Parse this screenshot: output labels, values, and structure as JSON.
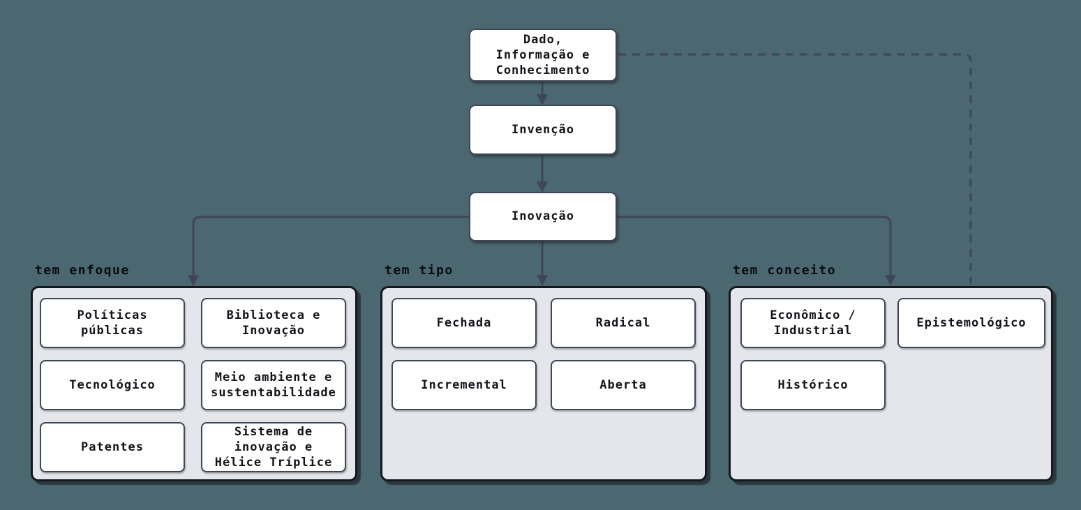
{
  "diagram": {
    "nodes": {
      "dado": {
        "label": "Dado,\nInformação e\nConhecimento"
      },
      "invencao": {
        "label": "Invenção"
      },
      "inovacao": {
        "label": "Inovação"
      }
    },
    "groups": [
      {
        "label": "tem enfoque",
        "items": [
          "Políticas\npúblicas",
          "Biblioteca e\nInovação",
          "Tecnológico",
          "Meio ambiente e\nsustentabilidade",
          "Patentes",
          "Sistema de\ninovação e\nHélice Tríplice"
        ]
      },
      {
        "label": "tem tipo",
        "items": [
          "Fechada",
          "Radical",
          "Incremental",
          "Aberta"
        ]
      },
      {
        "label": "tem conceito",
        "items": [
          "Econômico /\nIndustrial",
          "Epistemológico",
          "Histórico"
        ]
      }
    ],
    "edges": [
      {
        "from": "dado",
        "to": "invencao",
        "style": "solid-arrow"
      },
      {
        "from": "invencao",
        "to": "inovacao",
        "style": "solid-arrow"
      },
      {
        "from": "inovacao",
        "to": "tem enfoque",
        "style": "solid-arrow"
      },
      {
        "from": "inovacao",
        "to": "tem tipo",
        "style": "solid-arrow"
      },
      {
        "from": "inovacao",
        "to": "tem conceito",
        "style": "solid-arrow"
      },
      {
        "from": "dado",
        "to": "Epistemológico",
        "style": "dashed"
      }
    ],
    "colors": {
      "background": "#4b6770",
      "connector": "#3f4656",
      "node_fill": "#ffffff",
      "node_border": "#3f4656",
      "group_fill": "#e4e6eb",
      "group_border": "#15181e",
      "text": "#121419"
    }
  }
}
